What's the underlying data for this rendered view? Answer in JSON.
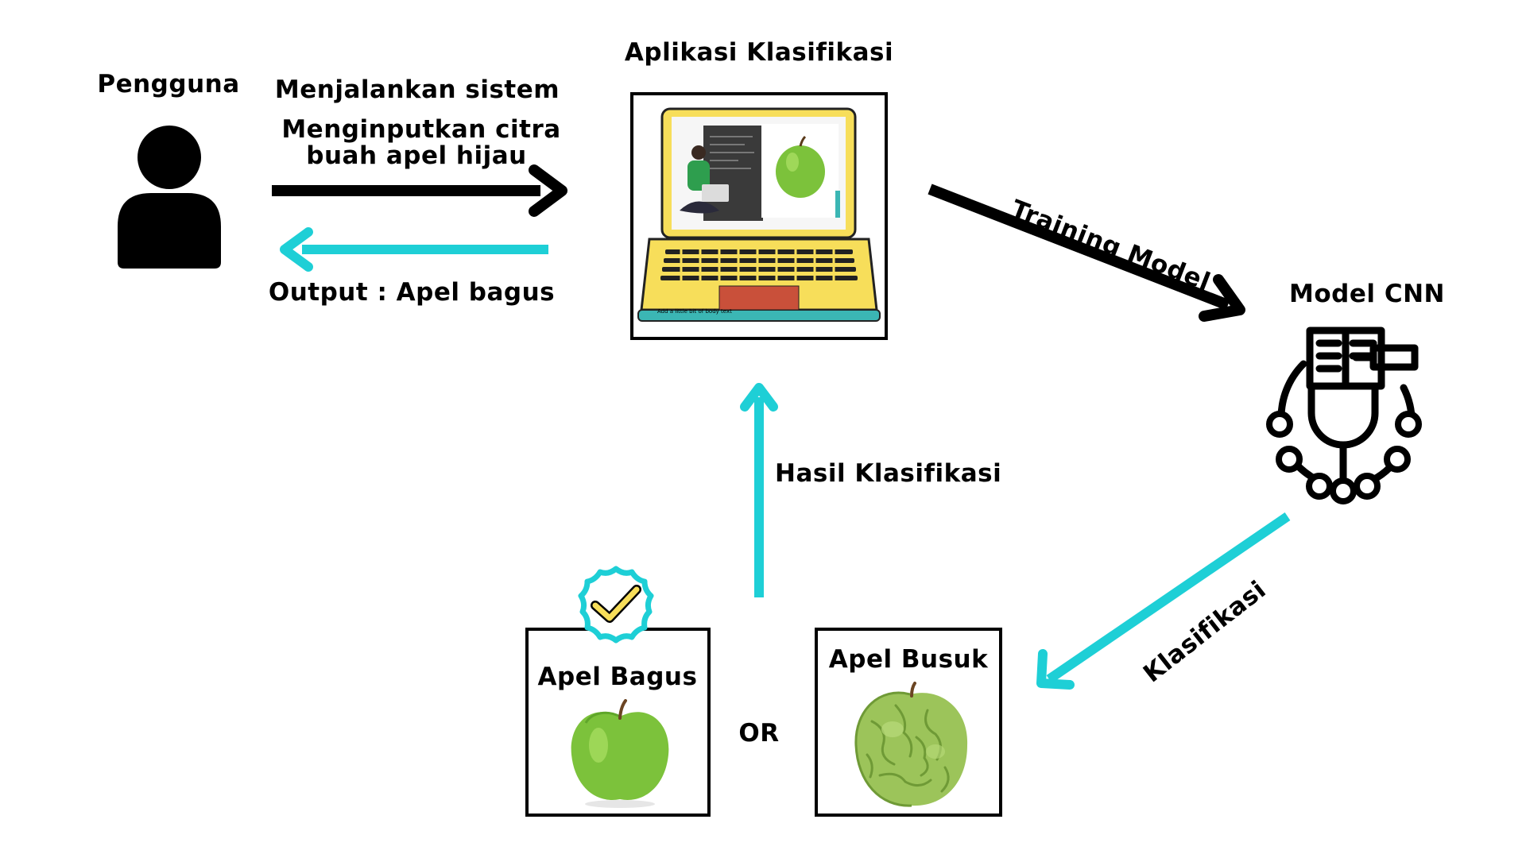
{
  "labels": {
    "user": "Pengguna",
    "run_system": "Menjalankan sistem",
    "input_line1": "Menginputkan citra",
    "input_line2": "buah apel hijau",
    "output": "Output : Apel bagus",
    "app_title": "Aplikasi Klasifikasi",
    "training": "Training Model",
    "model": "Model CNN",
    "result": "Hasil Klasifikasi",
    "classification": "Klasifikasi",
    "good_apple": "Apel Bagus",
    "or": "OR",
    "rotten_apple": "Apel Busuk",
    "laptop_caption": "Add a little bit of body text"
  },
  "colors": {
    "black_arrow": "#000000",
    "teal_arrow": "#1ecfd6",
    "laptop_yellow": "#f7de5a",
    "laptop_teal_base": "#3bb6b4",
    "touchpad": "#c9503a",
    "apple_green": "#7cc23b",
    "check_yellow": "#f7de5a"
  },
  "icons": {
    "user": "person-icon",
    "laptop": "laptop-illustration",
    "model": "cnn-model-icon",
    "check": "verified-badge-icon"
  }
}
